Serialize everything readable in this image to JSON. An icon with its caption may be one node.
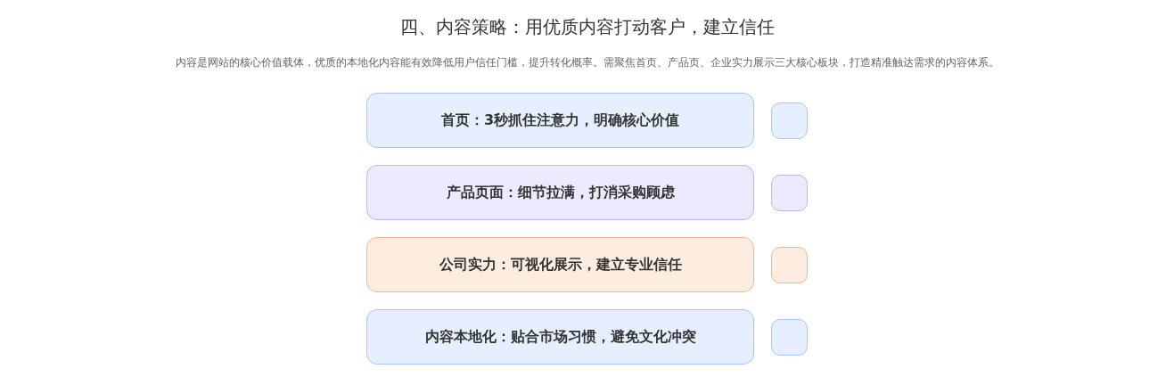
{
  "diagram": {
    "title": "四、内容策略：用优质内容打动客户，建立信任",
    "nodes": [
      {
        "text": [
          "首页：3秒抓住注意力，明确核心价值"
        ]
      },
      {
        "text": [],
        "shape": "box"
      },
      {
        "text": [
          "产品页面：细节拉满，打消采购顾虑"
        ]
      },
      {
        "text": [],
        "shape": "box"
      },
      {
        "text": [
          "公司实力：可视化展示，建立专业信任"
        ]
      },
      {
        "text": [],
        "shape": "box"
      },
      {
        "text": [
          "内容本地化：贴合市场习惯，避免文化冲突"
        ]
      },
      {
        "text": [],
        "shape": "box"
      }
    ],
    "labels": [
      "内容是网站的核心价值载体，优质的本地化内容能有效降低用户信任门槛，提升转化概率。需聚焦首页、产品页、企业实力展示三大核心板块，打造精准触达需求的内容体系。"
    ]
  }
}
